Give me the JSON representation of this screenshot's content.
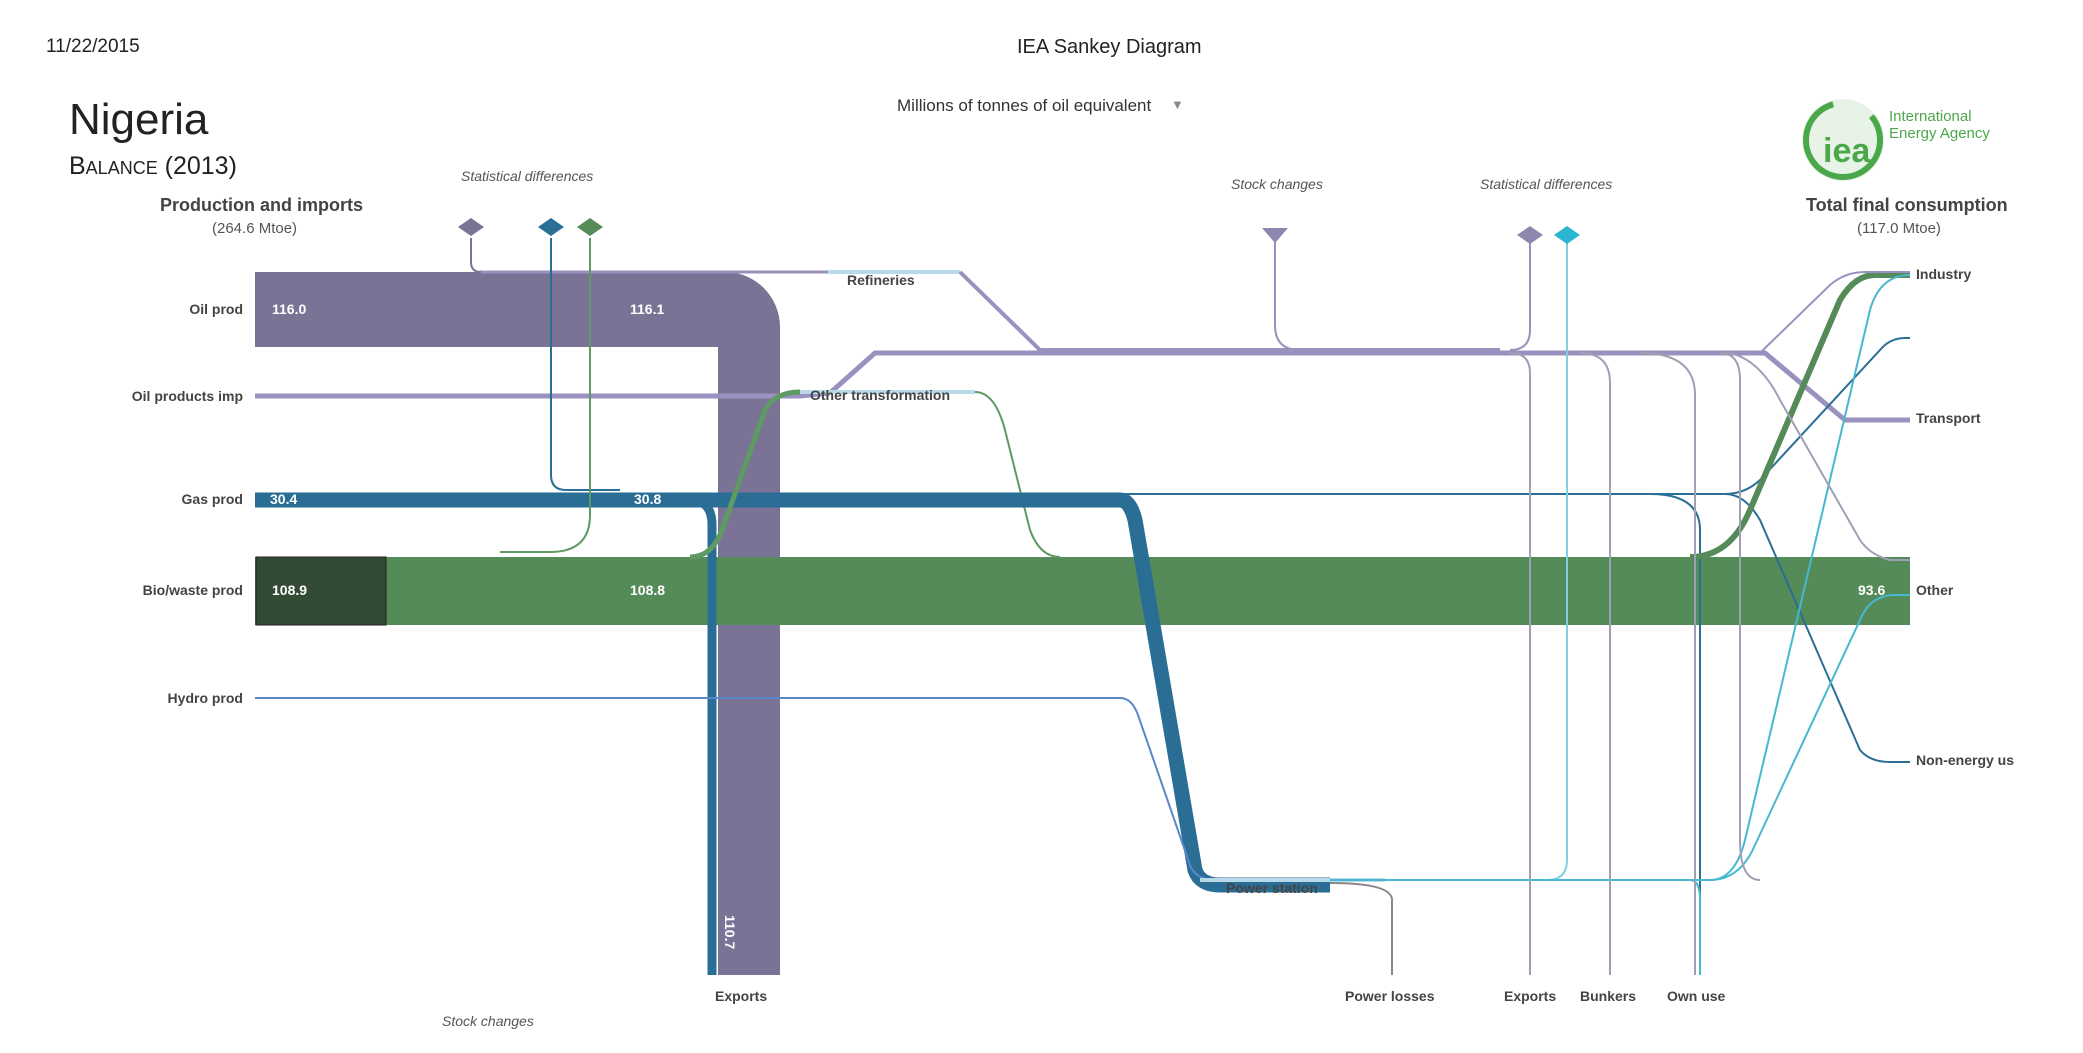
{
  "header": {
    "date": "11/22/2015",
    "title": "IEA Sankey Diagram"
  },
  "country": "Nigeria",
  "balance_title": "Balance (2013)",
  "units": {
    "label": "Millions of tonnes of oil equivalent",
    "caret_icon": "caret-down-icon"
  },
  "logo": {
    "mark": "iea",
    "line1": "International",
    "line2": "Energy Agency",
    "color": "#4aa84a"
  },
  "left_panel": {
    "title": "Production and imports",
    "subtitle": "(264.6 Mtoe)"
  },
  "right_panel": {
    "title": "Total final consumption",
    "subtitle": "(117.0 Mtoe)"
  },
  "sources": [
    {
      "label": "Oil prod",
      "value": "116.0",
      "value_after": "116.1"
    },
    {
      "label": "Oil products imp"
    },
    {
      "label": "Gas prod",
      "value": "30.4",
      "value_after": "30.8"
    },
    {
      "label": "Bio/waste prod",
      "value": "108.9",
      "value_after": "108.8"
    },
    {
      "label": "Hydro prod"
    }
  ],
  "nodes": {
    "refineries": "Refineries",
    "other_transformation": "Other transformation",
    "power_station": "Power station"
  },
  "top_labels": {
    "stat_diff_left": "Statistical differences",
    "stock_changes_top": "Stock  changes",
    "stat_diff_right": "Statistical differences"
  },
  "bottom_labels": {
    "exports_left": "Exports",
    "exports_value": "110.7",
    "stock_changes_bottom": "Stock changes",
    "power_losses": "Power losses",
    "exports_right": "Exports",
    "bunkers": "Bunkers",
    "own_use": "Own use"
  },
  "sinks": [
    {
      "label": "Industry"
    },
    {
      "label": "Transport"
    },
    {
      "label": "Other",
      "value": "93.6"
    },
    {
      "label": "Non-energy us"
    }
  ],
  "colors": {
    "oil": "#7a7396",
    "oil_light": "#9b91c0",
    "gas": "#2a6e96",
    "bio": "#558a59",
    "bio_dark": "#334a35",
    "hydro": "#5b87c8",
    "elec": "#47b8d0",
    "grey": "#a0a0b4"
  }
}
